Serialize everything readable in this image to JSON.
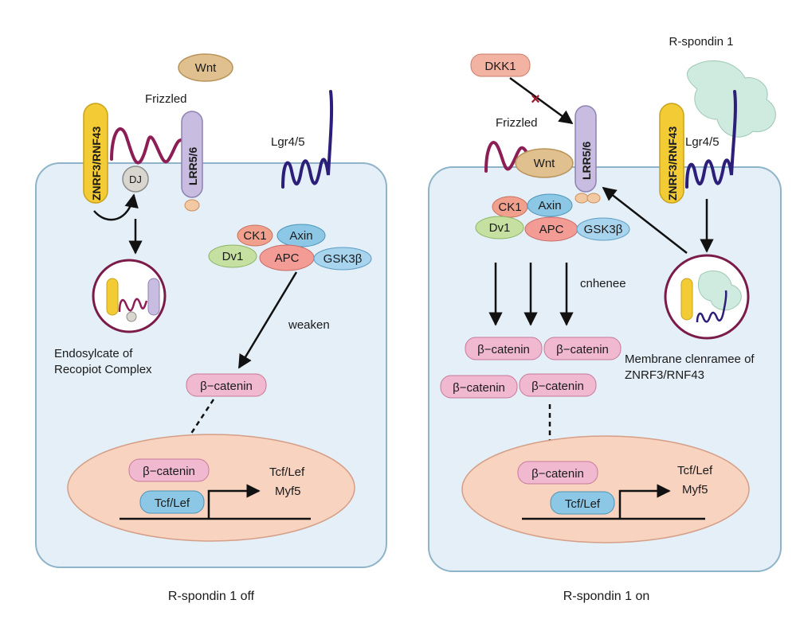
{
  "left_panel": {
    "caption": "R-spondin 1 off",
    "wnt": "Wnt",
    "frizzled": "Frizzled",
    "znrf": "ZNRF3/RNF43",
    "lrr": "LRR5/6",
    "lgr": "Lgr4/5",
    "dv": "DJ",
    "endo_line1": "Endosylcate of",
    "endo_line2": "Recopiot Complex",
    "complex": {
      "ck1": "CK1",
      "axin": "Axin",
      "dv1": "Dv1",
      "apc": "APC",
      "gsk": "GSK3β"
    },
    "weaken": "weaken",
    "beta_cat": "β−catenin",
    "nucleus": {
      "beta_cat": "β−catenin",
      "tcf_box": "Tcf/Lef",
      "tcf_label": "Tcf/Lef",
      "myf5": "Myf5"
    }
  },
  "right_panel": {
    "caption": "R-spondin 1 on",
    "dkk1": "DKK1",
    "rspo": "R-spondin 1",
    "frizzled": "Frizzled",
    "wnt": "Wnt",
    "lrr": "LRR5/6",
    "znrf": "ZNRF3/RNF43",
    "lgr": "Lgr4/5",
    "complex": {
      "ck1": "CK1",
      "axin": "Axin",
      "dv1": "Dv1",
      "apc": "APC",
      "gsk": "GSK3β"
    },
    "enhance": "cnhenee",
    "beta_cats": [
      "β−catenin",
      "β−catenin",
      "β−catenin",
      "β−catenin"
    ],
    "membrane_line1": "Membrane clenramee of",
    "membrane_line2": "ZNRF3/RNF43",
    "nucleus": {
      "beta_cat": "β−catenin",
      "tcf_box": "Tcf/Lef",
      "tcf_label": "Tcf/Lef",
      "myf5": "Myf5"
    }
  },
  "colors": {
    "cell_fill": "#e4eff7",
    "cell_stroke": "#8fb3c9",
    "nucleus_fill": "#f8d3c0",
    "catenin": "#f1b9cf",
    "ck1": "#f2a08e",
    "axin": "#8cc8e6",
    "dv1": "#c5e0a0",
    "apc": "#f29c95",
    "gsk": "#a8d4ee",
    "wnt": "#e0c08e",
    "znrf": "#f3cc35",
    "lrr": "#c8bde0",
    "frizzled": "#8c1d55",
    "lgr": "#2c1f7a",
    "rspo": "#cfeadf",
    "dkk1": "#f3b3a3"
  }
}
